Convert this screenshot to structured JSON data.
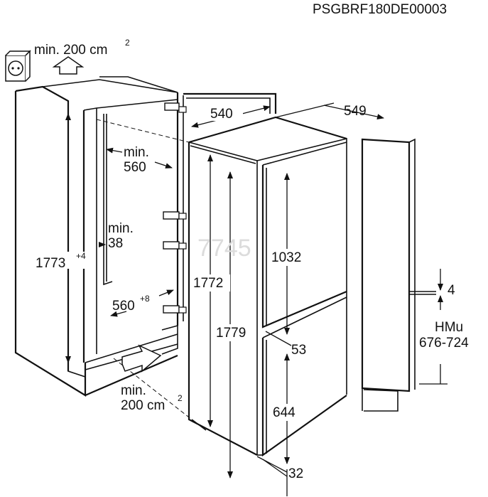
{
  "doc_code": "PSGBRF180DE00003",
  "watermark": "7745",
  "labels": {
    "vent_top_min": "min. 200 cm",
    "vent_top_sup": "2",
    "depth_540": "540",
    "depth_549": "549",
    "niche_min_line1": "min.",
    "niche_min_line2": "560",
    "gap_min_line1": "min.",
    "gap_min_line2": "38",
    "niche_height": "1773",
    "niche_height_tol": "+4",
    "niche_width": "560",
    "niche_width_tol": "+8",
    "vent_bottom_min_line1": "min.",
    "vent_bottom_min_line2": "200 cm",
    "vent_bottom_sup": "2",
    "height_1772": "1772",
    "height_1779": "1779",
    "upper_door": "1032",
    "door_gap": "53",
    "lower_door": "644",
    "bottom_32": "32",
    "side_4": "4",
    "hmu_line1": "HMu",
    "hmu_line2": "676-724"
  },
  "icons": [
    "power-socket-icon",
    "up-arrow-icon",
    "right-arrow-icon"
  ]
}
